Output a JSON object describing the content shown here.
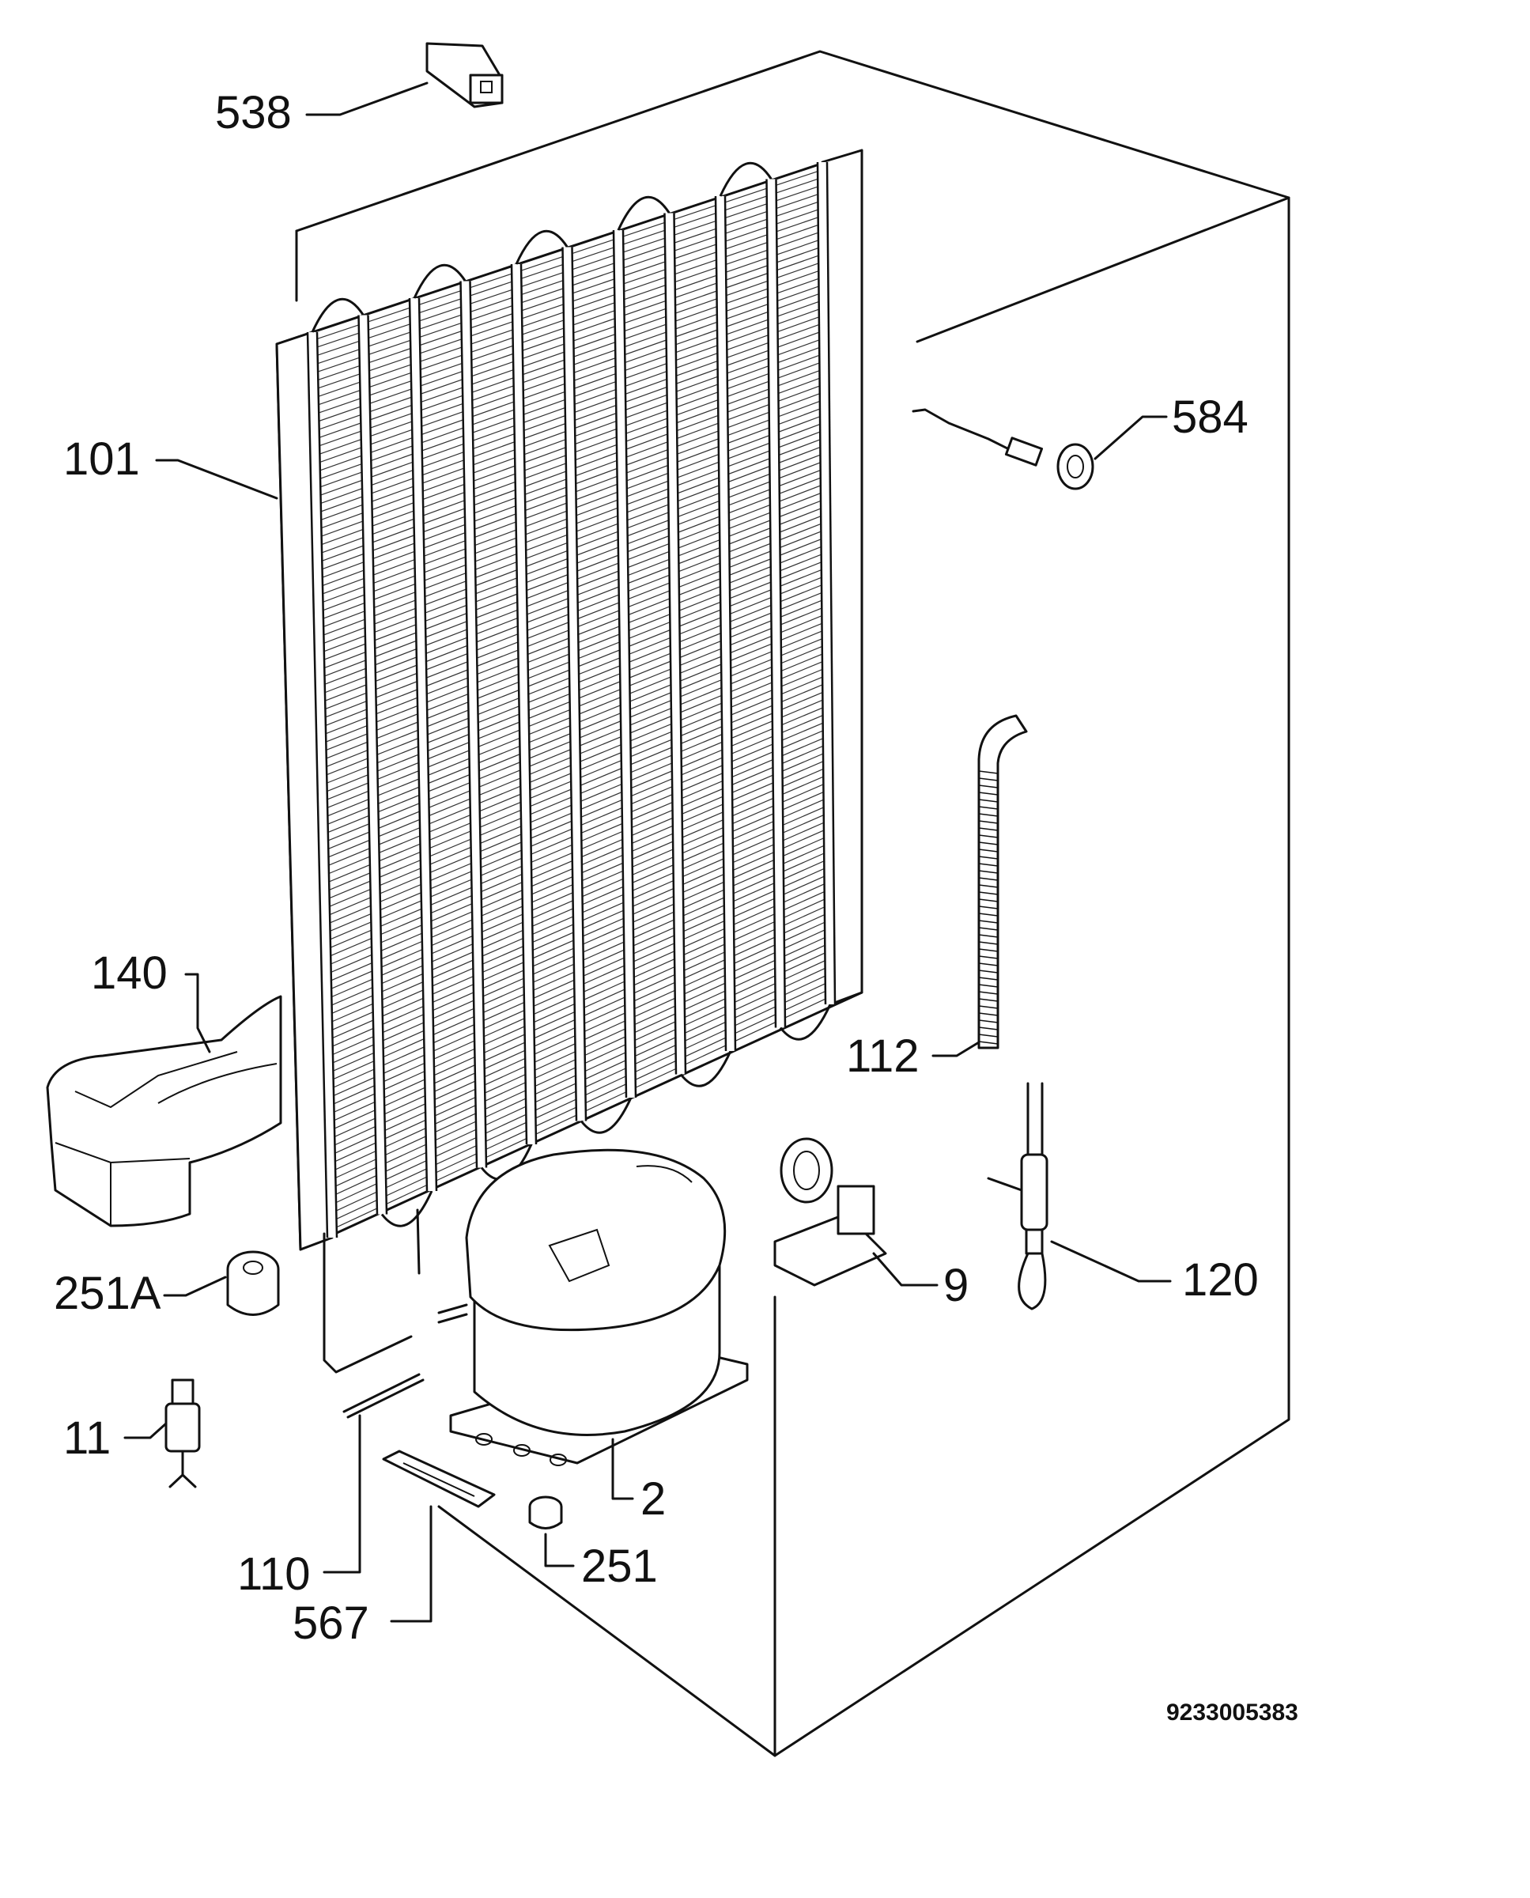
{
  "diagram": {
    "callouts": [
      {
        "id": "c538",
        "label": "538"
      },
      {
        "id": "c101",
        "label": "101"
      },
      {
        "id": "c584",
        "label": "584"
      },
      {
        "id": "c140",
        "label": "140"
      },
      {
        "id": "c112",
        "label": "112"
      },
      {
        "id": "c251a",
        "label": "251A"
      },
      {
        "id": "c9",
        "label": "9"
      },
      {
        "id": "c120",
        "label": "120"
      },
      {
        "id": "c11",
        "label": "11"
      },
      {
        "id": "c2",
        "label": "2"
      },
      {
        "id": "c251",
        "label": "251"
      },
      {
        "id": "c110",
        "label": "110"
      },
      {
        "id": "c567",
        "label": "567"
      }
    ],
    "document_number": "9233005383"
  }
}
